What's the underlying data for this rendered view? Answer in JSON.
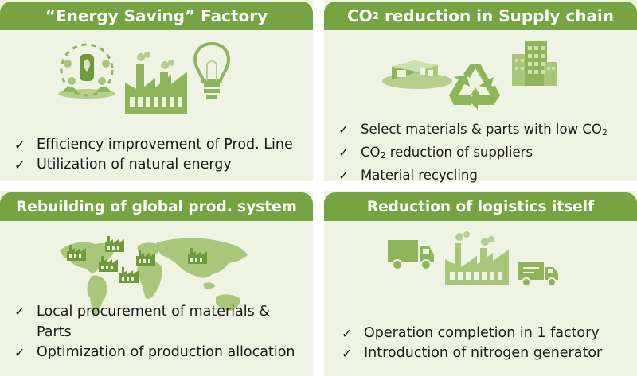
{
  "panels": {
    "energy_saving": {
      "title": "“Energy Saving” Factory",
      "items": [
        "Efficiency improvement of Prod. Line",
        "Utilization of natural energy"
      ]
    },
    "supply_chain": {
      "title_prefix": "CO",
      "title_sub": "2",
      "title_suffix": " reduction in Supply chain",
      "item1_text": "Select materials & parts with low CO",
      "item1_sub": "2",
      "item2_prefix": "CO",
      "item2_sub": "2",
      "item2_suffix": " reduction of suppliers",
      "item3": "Material recycling"
    },
    "global_prod": {
      "title": "Rebuilding of global prod. system",
      "items": [
        "Local procurement of materials & Parts",
        "Optimization of production allocation"
      ]
    },
    "logistics": {
      "title": "Reduction of logistics itself",
      "items": [
        "Operation completion in 1 factory",
        "Introduction of nitrogen generator"
      ]
    }
  },
  "check_mark": "✓",
  "colors": {
    "title_bar": "#76a442",
    "panel_bg": "#eef3e3",
    "icon_green": "#8fb55b",
    "icon_light": "#b7cf8c"
  }
}
